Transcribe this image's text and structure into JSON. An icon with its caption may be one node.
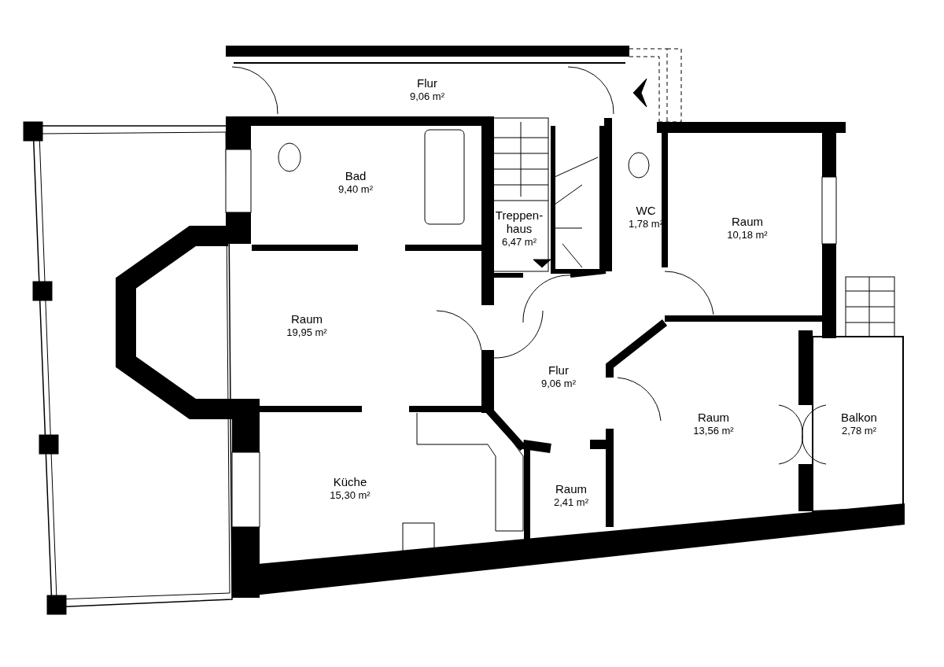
{
  "diagram": {
    "nodes": [
      {
        "text": [
          "Flur",
          "9,06 m²"
        ]
      },
      {
        "text": [
          "Bad",
          "9,40 m²"
        ]
      },
      {
        "text": [
          "Treppen- haus",
          "6,47 m²"
        ]
      },
      {
        "text": [
          "WC",
          "1,78 m²"
        ]
      },
      {
        "text": [
          "Raum",
          "10,18 m²"
        ]
      },
      {
        "text": [
          "Raum",
          "19,95 m²"
        ]
      },
      {
        "text": [
          "Flur",
          "9,06 m²"
        ]
      },
      {
        "text": [
          "Raum",
          "13,56 m²"
        ]
      },
      {
        "text": [
          "Balkon",
          "2,78 m²"
        ]
      },
      {
        "text": [
          "Küche",
          "15,30 m²"
        ]
      },
      {
        "text": [
          "Raum",
          "2,41 m²"
        ]
      }
    ]
  }
}
